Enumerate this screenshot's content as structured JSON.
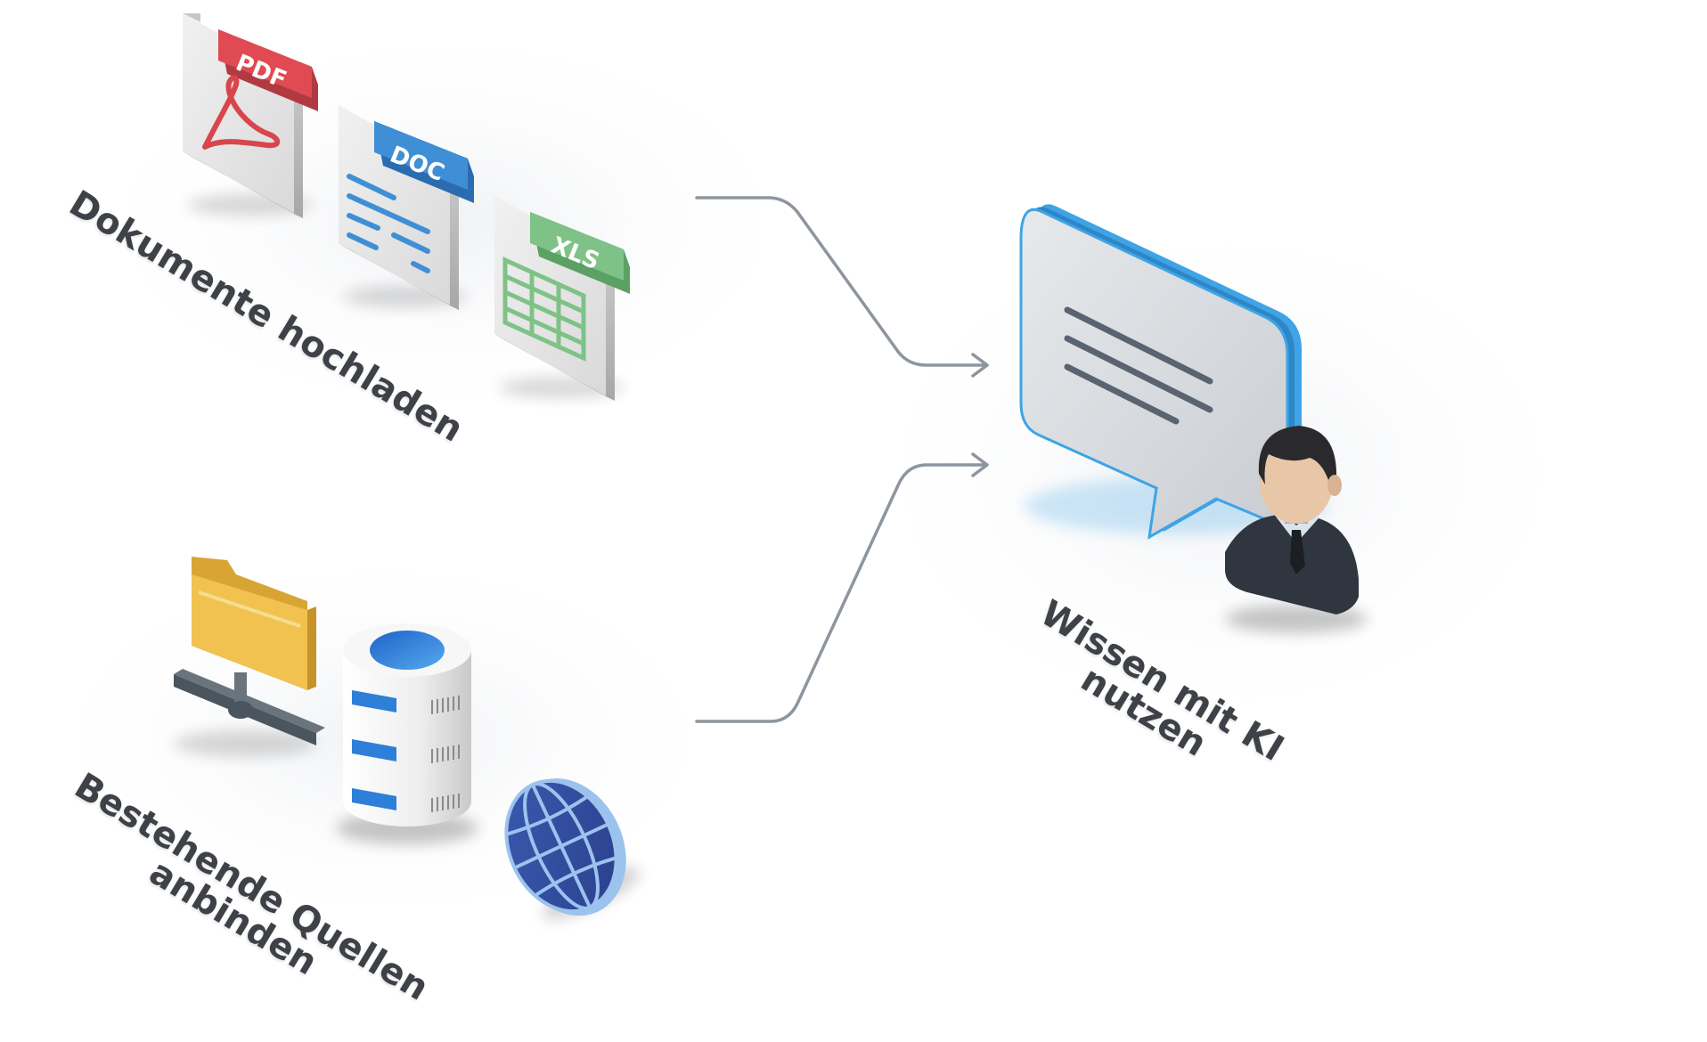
{
  "labels": {
    "upload": "Dokumente hochladen",
    "connect_line1": "Bestehende Quellen",
    "connect_line2": "anbinden",
    "use_line1": "Wissen mit KI",
    "use_line2": "nutzen"
  },
  "file_badges": {
    "pdf": "PDF",
    "doc": "DOC",
    "xls": "XLS"
  },
  "colors": {
    "pdf": "#e04a52",
    "doc": "#3f8fd6",
    "xls": "#7fc287",
    "folder": "#f1c24f",
    "bubble_edge": "#3ea4e6",
    "connector": "#8d959e",
    "label_text": "#3e4147"
  },
  "icons": [
    "pdf-file-icon",
    "doc-file-icon",
    "xls-file-icon",
    "network-folder-icon",
    "database-server-icon",
    "globe-icon",
    "chat-bubble-icon",
    "user-avatar-icon"
  ]
}
